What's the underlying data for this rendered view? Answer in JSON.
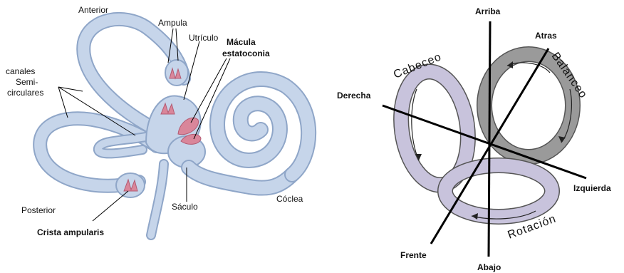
{
  "left_diagram": {
    "labels": {
      "anterior": "Anterior",
      "ampula": "Ampula",
      "utriculo": "Utrículo",
      "macula_1": "Mácula",
      "macula_2": "estatoconia",
      "canales_1": "canales",
      "canales_2": "Semi-",
      "canales_3": "circulares",
      "posterior": "Posterior",
      "crista": "Crista ampularis",
      "saculo": "Sáculo",
      "coclea": "Cóclea"
    },
    "colors": {
      "labyrinth_fill": "#c6d5ea",
      "labyrinth_stroke": "#8fa6c8",
      "sensory": "#d9869a"
    }
  },
  "right_diagram": {
    "directions": {
      "arriba": "Arriba",
      "abajo": "Abajo",
      "atras": "Atras",
      "frente": "Frente",
      "derecha": "Derecha",
      "izquierda": "Izquierda"
    },
    "motions": {
      "cabeceo": "Cabeceo",
      "balanceo": "Balanceo",
      "rotacion": "Rotación"
    },
    "colors": {
      "ring_gray": "#9a9a9a",
      "ring_lavender": "#c8c3dc",
      "axis": "#000000"
    }
  }
}
